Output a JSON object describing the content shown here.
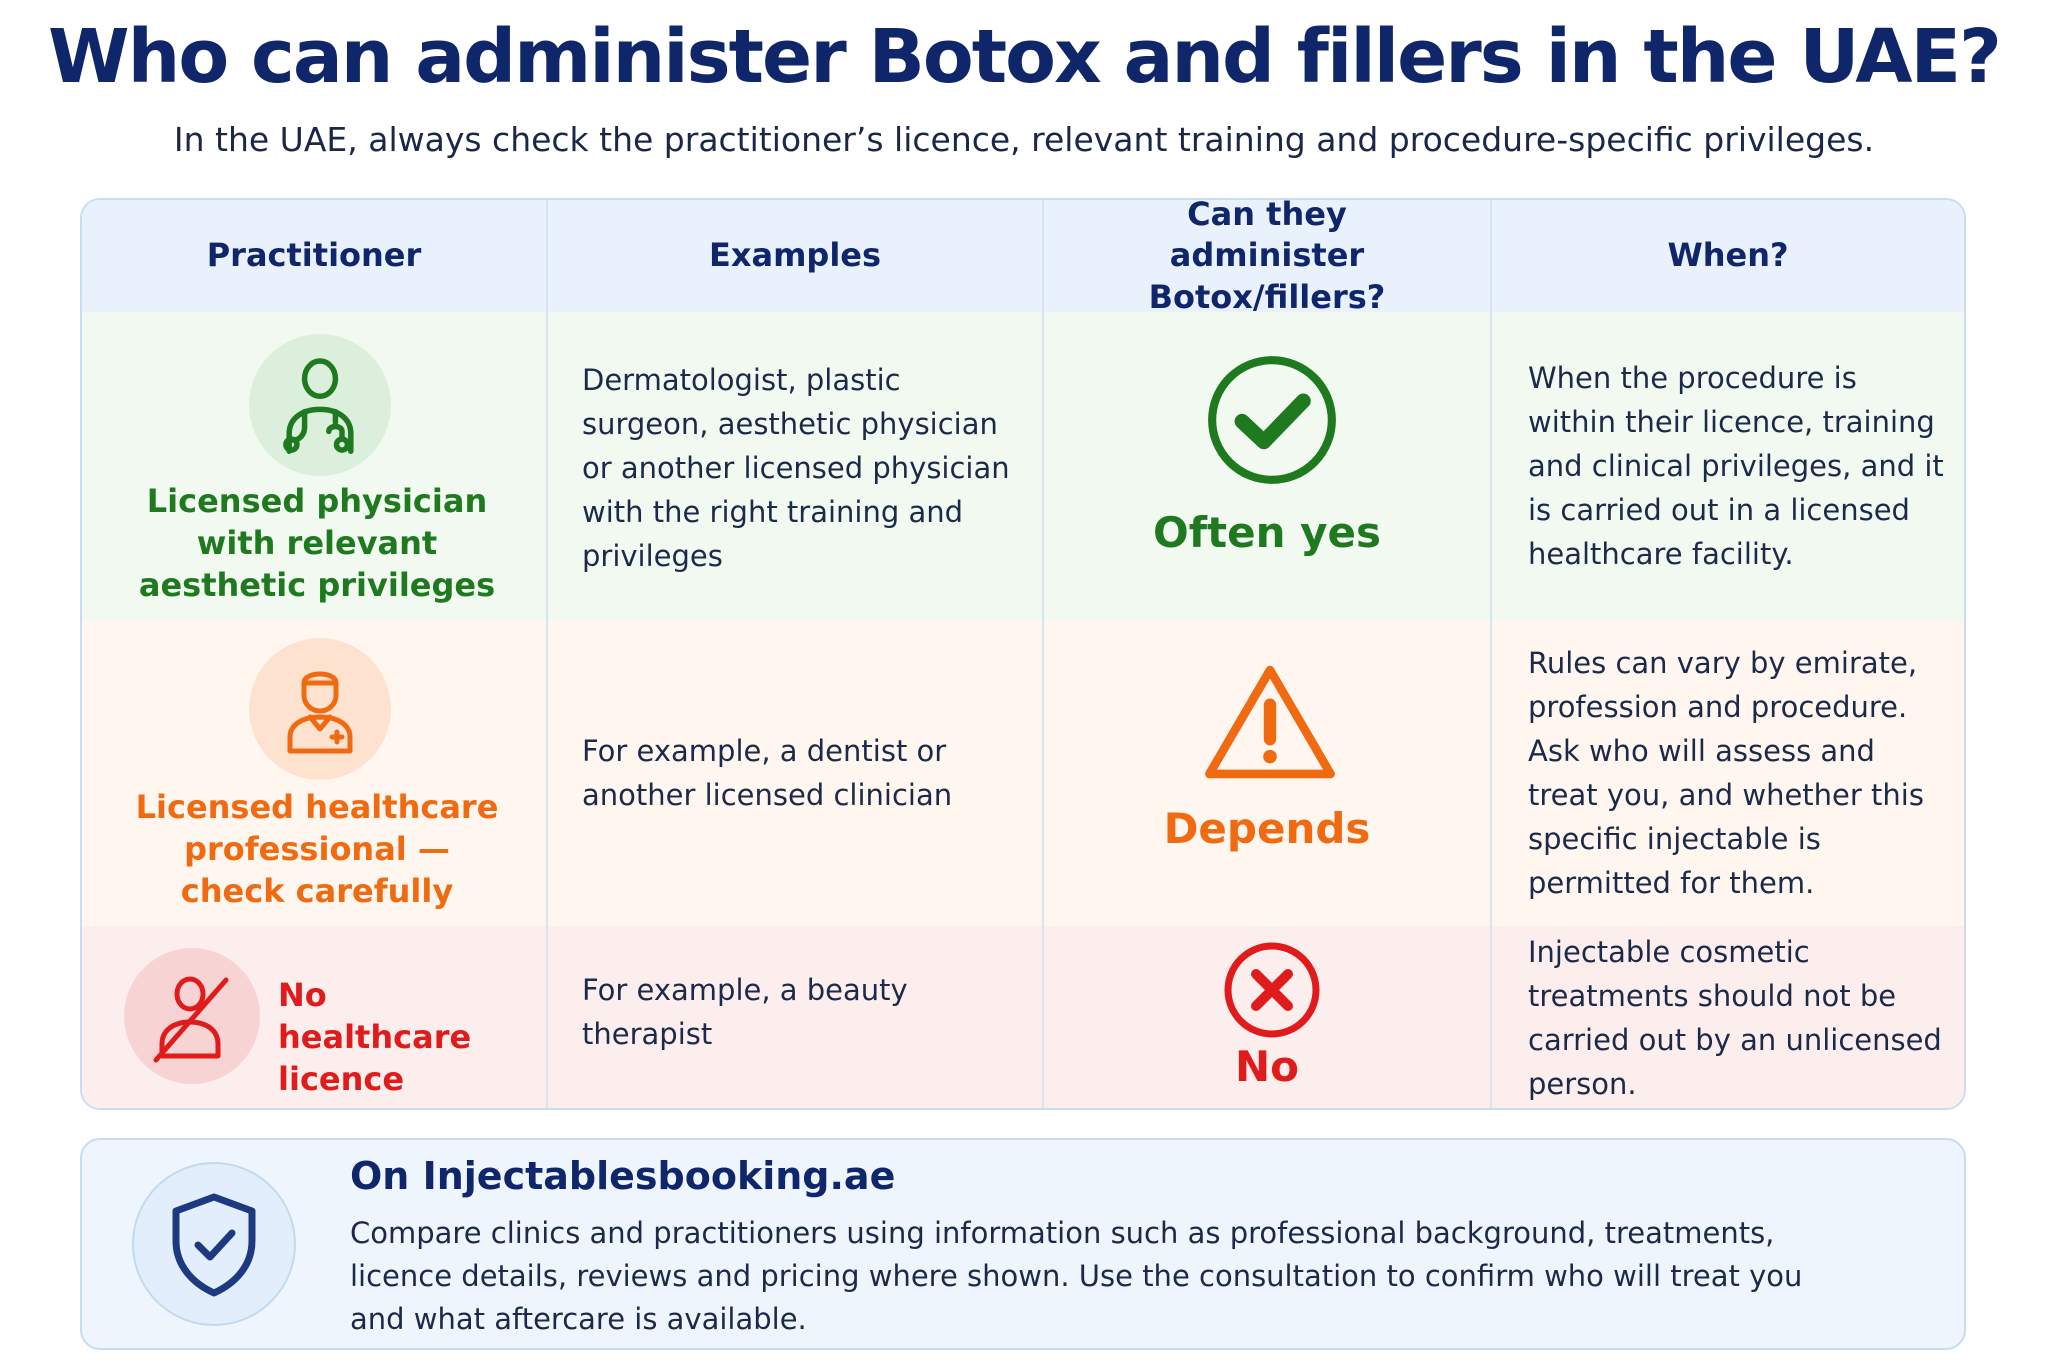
{
  "title": "Who can administer Botox and fillers in the UAE?",
  "subtitle": "In the UAE, always check the practitioner’s licence, relevant training and procedure-specific privileges.",
  "table": {
    "headers": [
      "Practitioner",
      "Examples",
      "Can they administer Botox/fillers?",
      "When?"
    ],
    "rows": [
      {
        "practitioner": "Licensed physician with relevant aesthetic privileges",
        "practitioner_icon": "doctor-stethoscope-icon",
        "examples": "Dermatologist, plastic surgeon, aesthetic physician or another licensed physician with the right training and privileges",
        "verdict": "Often yes",
        "verdict_icon": "check-circle-icon",
        "when": "When the procedure is within their licence, training and clinical privileges, and it is carried out in a licensed healthcare facility.",
        "color": "#1f7a1f"
      },
      {
        "practitioner": "Licensed healthcare professional — check carefully",
        "practitioner_icon": "healthcare-worker-icon",
        "examples": "For example, a dentist or another licensed clinician",
        "verdict": "Depends",
        "verdict_icon": "warning-triangle-icon",
        "when": "Rules can vary by emirate, profession and procedure. Ask who will assess and treat you, and whether this specific injectable is permitted for them.",
        "color": "#f06a12"
      },
      {
        "practitioner": "No healthcare licence",
        "practitioner_icon": "unlicensed-person-icon",
        "examples": "For example, a beauty therapist",
        "verdict": "No",
        "verdict_icon": "x-circle-icon",
        "when": "Injectable cosmetic treatments should not be carried out by an unlicensed person.",
        "color": "#e01b1b"
      }
    ]
  },
  "footer": {
    "icon": "shield-check-icon",
    "title": "On Injectablesbooking.ae",
    "text": "Compare clinics and practitioners using information such as professional background, treatments, licence details, reviews and pricing where shown. Use the consultation to confirm who will treat you and what aftercare is available."
  }
}
